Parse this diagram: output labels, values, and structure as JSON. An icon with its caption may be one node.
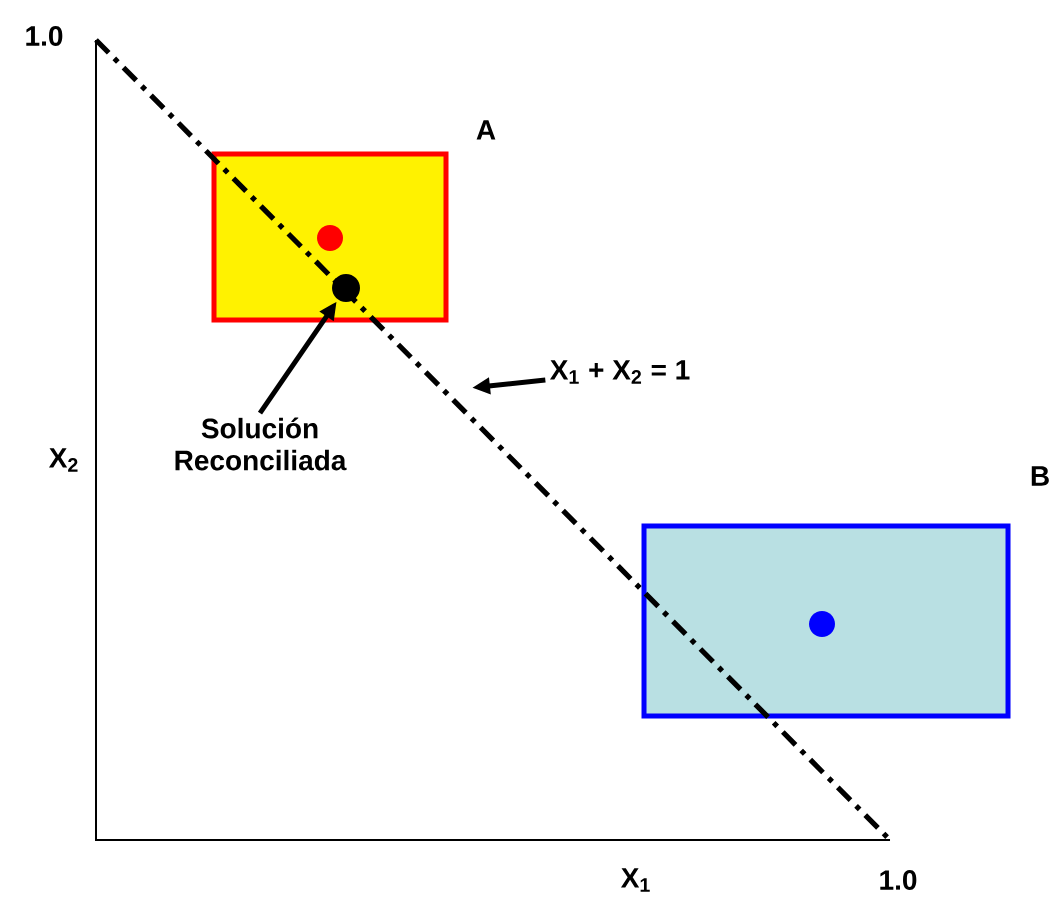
{
  "diagram": {
    "nodes": [
      {
        "text": [
          "A"
        ]
      },
      {
        "text": [
          "B"
        ]
      },
      {
        "text": [
          "Solución Reconciliada"
        ]
      },
      {
        "text": [],
        "shape": "circle",
        "in": 0
      },
      {
        "text": [
          "X$_{1}$ + X$_{2}$ = 1"
        ]
      }
    ],
    "edges": [
      {
        "from": 2,
        "to": 3,
        "arrow": "to"
      },
      {
        "from": 4,
        "to": null,
        "arrow": "to"
      }
    ],
    "labels": [
      "1.0",
      "X$_{2}$",
      "X$_{1}$",
      "1.0"
    ]
  }
}
